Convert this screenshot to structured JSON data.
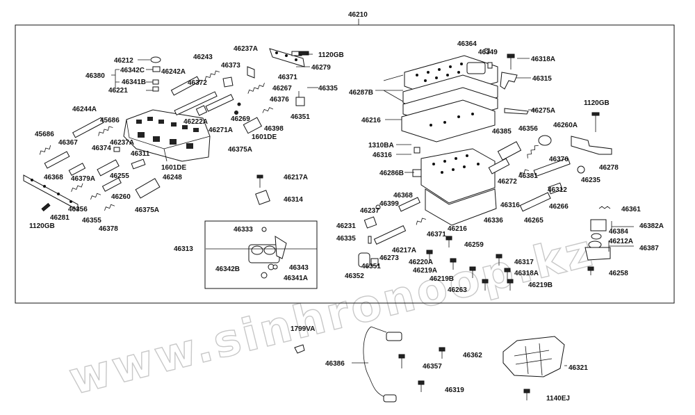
{
  "watermark": "www.sinhronoop.kz",
  "main_frame_label": "46210",
  "labels": [
    {
      "id": "46212",
      "t": "46212"
    },
    {
      "id": "46380",
      "t": "46380"
    },
    {
      "id": "46342C",
      "t": "46342C"
    },
    {
      "id": "46341B",
      "t": "46341B"
    },
    {
      "id": "46221",
      "t": "46221"
    },
    {
      "id": "46242A",
      "t": "46242A"
    },
    {
      "id": "46243",
      "t": "46243"
    },
    {
      "id": "46237A_top",
      "t": "46237A"
    },
    {
      "id": "1120GB_top",
      "t": "1120GB"
    },
    {
      "id": "46279",
      "t": "46279"
    },
    {
      "id": "46373",
      "t": "46373"
    },
    {
      "id": "46372",
      "t": "46372"
    },
    {
      "id": "46371_top",
      "t": "46371"
    },
    {
      "id": "46267",
      "t": "46267"
    },
    {
      "id": "46335_top",
      "t": "46335"
    },
    {
      "id": "46376_top",
      "t": "46376"
    },
    {
      "id": "46351_top",
      "t": "46351"
    },
    {
      "id": "46244A",
      "t": "46244A"
    },
    {
      "id": "45686_a",
      "t": "45686"
    },
    {
      "id": "45686_b",
      "t": "45686"
    },
    {
      "id": "46222A",
      "t": "46222A"
    },
    {
      "id": "46271A",
      "t": "46271A"
    },
    {
      "id": "46269",
      "t": "46269"
    },
    {
      "id": "46398",
      "t": "46398"
    },
    {
      "id": "1601DE_a",
      "t": "1601DE"
    },
    {
      "id": "46375A_top",
      "t": "46375A"
    },
    {
      "id": "46367",
      "t": "46367"
    },
    {
      "id": "46374",
      "t": "46374"
    },
    {
      "id": "46237A_mid",
      "t": "46237A"
    },
    {
      "id": "46311",
      "t": "46311"
    },
    {
      "id": "1601DE_b",
      "t": "1601DE"
    },
    {
      "id": "46368_l",
      "t": "46368"
    },
    {
      "id": "46379A",
      "t": "46379A"
    },
    {
      "id": "46255",
      "t": "46255"
    },
    {
      "id": "46248",
      "t": "46248"
    },
    {
      "id": "46260",
      "t": "46260"
    },
    {
      "id": "46281",
      "t": "46281"
    },
    {
      "id": "46356",
      "t": "46356"
    },
    {
      "id": "46355",
      "t": "46355"
    },
    {
      "id": "46375A_b",
      "t": "46375A"
    },
    {
      "id": "1120GB_l",
      "t": "1120GB"
    },
    {
      "id": "46378",
      "t": "46378"
    },
    {
      "id": "46217A_top",
      "t": "46217A"
    },
    {
      "id": "46314",
      "t": "46314"
    },
    {
      "id": "46313",
      "t": "46313"
    },
    {
      "id": "46333",
      "t": "46333"
    },
    {
      "id": "46342B",
      "t": "46342B"
    },
    {
      "id": "46343",
      "t": "46343"
    },
    {
      "id": "46341A",
      "t": "46341A"
    },
    {
      "id": "46364",
      "t": "46364"
    },
    {
      "id": "46349",
      "t": "46349"
    },
    {
      "id": "46318A_top",
      "t": "46318A"
    },
    {
      "id": "46315",
      "t": "46315"
    },
    {
      "id": "46287B",
      "t": "46287B"
    },
    {
      "id": "46275A",
      "t": "46275A"
    },
    {
      "id": "46216_top",
      "t": "46216"
    },
    {
      "id": "1120GB_r",
      "t": "1120GB"
    },
    {
      "id": "46385",
      "t": "46385"
    },
    {
      "id": "46356_r",
      "t": "46356"
    },
    {
      "id": "46260A",
      "t": "46260A"
    },
    {
      "id": "1310BA",
      "t": "1310BA"
    },
    {
      "id": "46316_l",
      "t": "46316"
    },
    {
      "id": "46278",
      "t": "46278"
    },
    {
      "id": "46286B",
      "t": "46286B"
    },
    {
      "id": "46376_r",
      "t": "46376"
    },
    {
      "id": "46381",
      "t": "46381"
    },
    {
      "id": "46235",
      "t": "46235"
    },
    {
      "id": "46272",
      "t": "46272"
    },
    {
      "id": "46312",
      "t": "46312"
    },
    {
      "id": "46368_m",
      "t": "46368"
    },
    {
      "id": "46399",
      "t": "46399"
    },
    {
      "id": "46237",
      "t": "46237"
    },
    {
      "id": "46316_r",
      "t": "46316"
    },
    {
      "id": "46266",
      "t": "46266"
    },
    {
      "id": "46336",
      "t": "46336"
    },
    {
      "id": "46265",
      "t": "46265"
    },
    {
      "id": "46216_bot",
      "t": "46216"
    },
    {
      "id": "46231",
      "t": "46231"
    },
    {
      "id": "46371_m",
      "t": "46371"
    },
    {
      "id": "46335_m",
      "t": "46335"
    },
    {
      "id": "46259",
      "t": "46259"
    },
    {
      "id": "46361",
      "t": "46361"
    },
    {
      "id": "46384",
      "t": "46384"
    },
    {
      "id": "46382A",
      "t": "46382A"
    },
    {
      "id": "46212A",
      "t": "46212A"
    },
    {
      "id": "46387",
      "t": "46387"
    },
    {
      "id": "46217A_m",
      "t": "46217A"
    },
    {
      "id": "46273",
      "t": "46273"
    },
    {
      "id": "46220A",
      "t": "46220A"
    },
    {
      "id": "46351_m",
      "t": "46351"
    },
    {
      "id": "46219A",
      "t": "46219A"
    },
    {
      "id": "46317",
      "t": "46317"
    },
    {
      "id": "46352",
      "t": "46352"
    },
    {
      "id": "46219B_a",
      "t": "46219B"
    },
    {
      "id": "46318A_b",
      "t": "46318A"
    },
    {
      "id": "46258",
      "t": "46258"
    },
    {
      "id": "46263",
      "t": "46263"
    },
    {
      "id": "46219B_b",
      "t": "46219B"
    },
    {
      "id": "1799VA",
      "t": "1799VA"
    },
    {
      "id": "46386",
      "t": "46386"
    },
    {
      "id": "46362",
      "t": "46362"
    },
    {
      "id": "46357",
      "t": "46357"
    },
    {
      "id": "46321",
      "t": "46321"
    },
    {
      "id": "46319",
      "t": "46319"
    },
    {
      "id": "1140EJ",
      "t": "1140EJ"
    }
  ]
}
